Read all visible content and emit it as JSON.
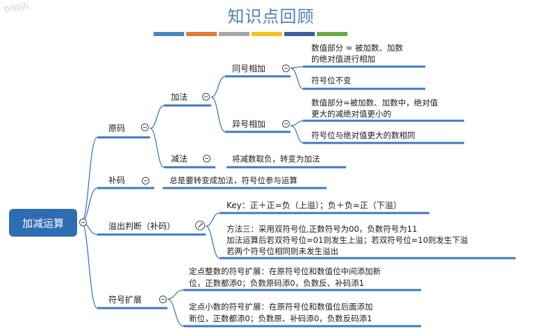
{
  "title": "知识点回顾",
  "watermark": "bilibili",
  "palette": [
    "#4a86c5",
    "#e07a3a",
    "#a6a6a6",
    "#f2c21b",
    "#3e5fa8",
    "#6aaa46"
  ],
  "root": "加减运算",
  "branches": {
    "yuanma": "原码",
    "jiafa": "加法",
    "tonghao": "同号相加",
    "tonghao_leaf1_l1": "数值部分 = 被加数、加数",
    "tonghao_leaf1_l2": "的绝对值进行相加",
    "tonghao_leaf2": "符号位不变",
    "yihao": "异号相加",
    "yihao_leaf1_l1": "数值部分=被加数、加数中，绝对值",
    "yihao_leaf1_l2": "更大的减绝对值更小的",
    "yihao_leaf2": "符号位与绝对值更大的数相同",
    "jianfa": "减法",
    "jianfa_leaf": "将减数取负，转变为加法",
    "buma": "补码",
    "buma_leaf": "总是要转变成加法，符号位参与运算",
    "yichu": "溢出判断（补码）",
    "yichu_key": "Key：正＋正=负（上溢）；负＋负=正（下溢）",
    "yichu_m_l1": "方法三：采用双符号位,正数符号为00，负数符号为11",
    "yichu_m_l2": "加法运算后若双符号位=01则发生上溢；若双符号位=10则发生下溢",
    "yichu_m_l3": "若两个符号位相同则未发生溢出",
    "kuozhan": "符号扩展",
    "kz_int_l1": "定点整数的符号扩展：在原符号位和数值位中间添加新",
    "kz_int_l2": "位，正数都添0；负数原码添0，负数反、补码添1",
    "kz_dec_l1": "定点小数的符号扩展：在原符号位和数值位后面添加",
    "kz_dec_l2": "新位，正数都添0；负数原、补码添0，负数反码添1"
  }
}
